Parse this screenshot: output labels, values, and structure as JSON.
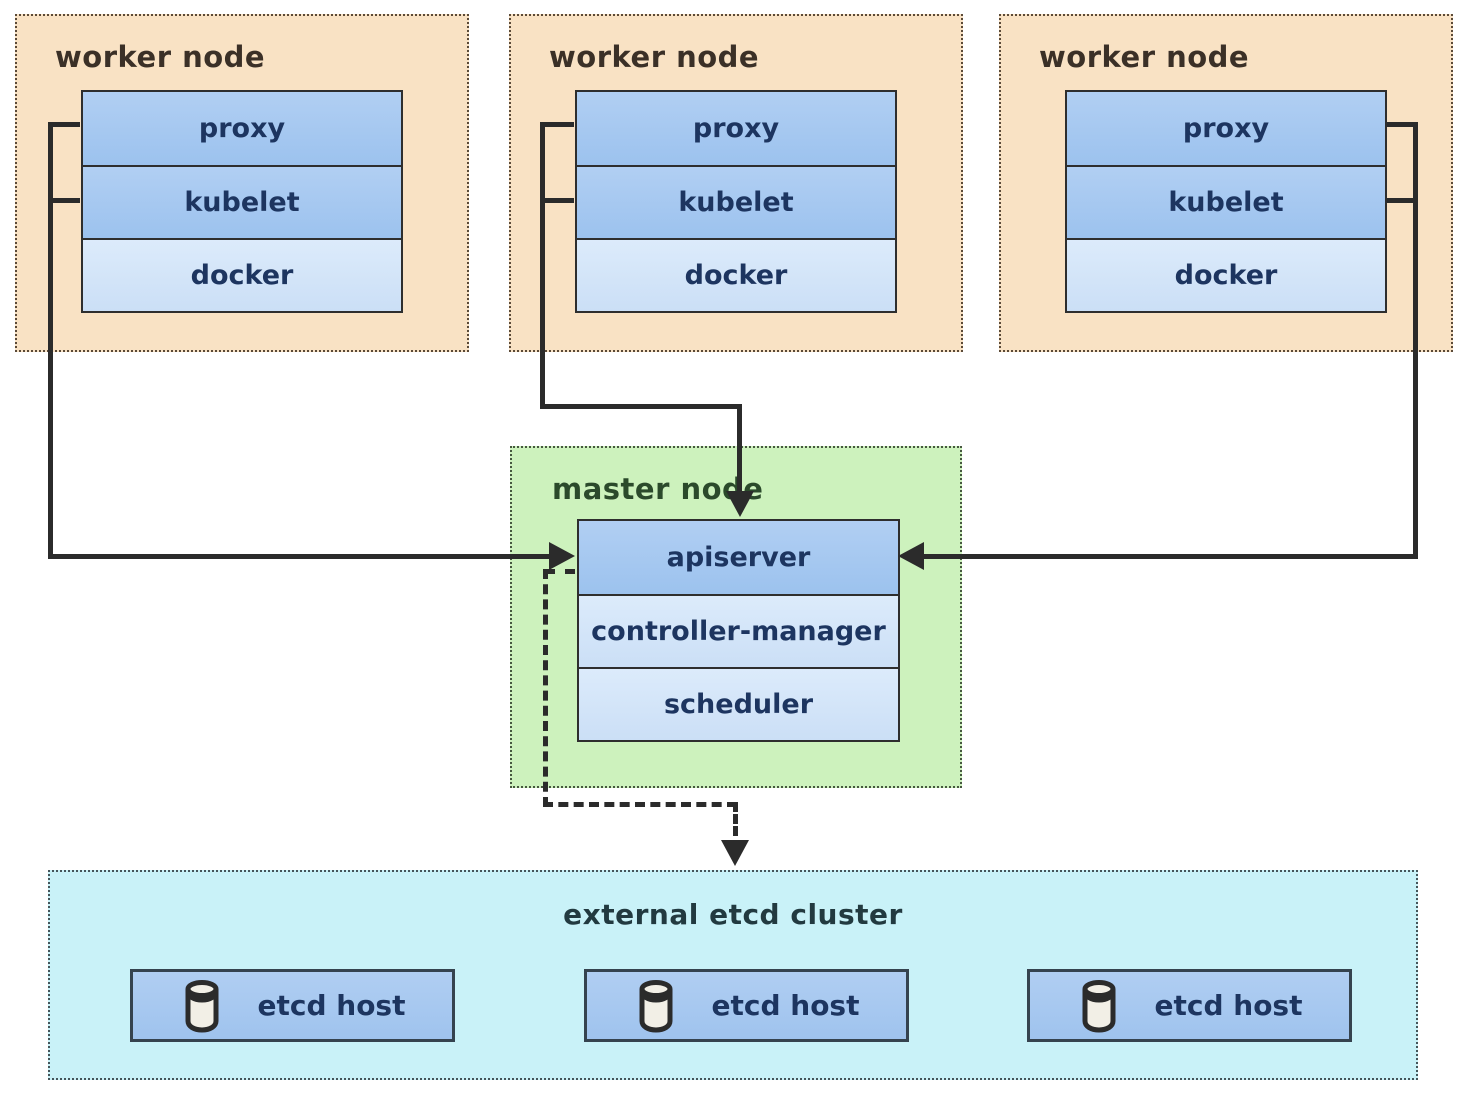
{
  "workers": [
    {
      "title": "worker node",
      "components": [
        "proxy",
        "kubelet",
        "docker"
      ]
    },
    {
      "title": "worker node",
      "components": [
        "proxy",
        "kubelet",
        "docker"
      ]
    },
    {
      "title": "worker node",
      "components": [
        "proxy",
        "kubelet",
        "docker"
      ]
    }
  ],
  "master": {
    "title": "master node",
    "components": [
      "apiserver",
      "controller-manager",
      "scheduler"
    ]
  },
  "etcd_cluster": {
    "title": "external etcd cluster",
    "hosts": [
      {
        "label": "etcd host",
        "icon": "database-cylinder-icon"
      },
      {
        "label": "etcd host",
        "icon": "database-cylinder-icon"
      },
      {
        "label": "etcd host",
        "icon": "database-cylinder-icon"
      }
    ]
  },
  "edges": [
    {
      "from": "worker-node-1 proxy/kubelet",
      "to": "apiserver",
      "style": "solid-arrow"
    },
    {
      "from": "worker-node-2 proxy/kubelet",
      "to": "apiserver",
      "style": "solid-arrow"
    },
    {
      "from": "worker-node-3 proxy/kubelet",
      "to": "apiserver",
      "style": "solid-arrow"
    },
    {
      "from": "apiserver",
      "to": "external etcd cluster",
      "style": "dashed-arrow"
    }
  ],
  "colors": {
    "worker_bg": "#f9e2c4",
    "master_bg": "#cdf2bd",
    "etcd_bg": "#c9f2f8",
    "component_strong_blue": "#a3c7f0",
    "component_light_blue": "#d5e6f9",
    "etcd_host_bg": "#a6c9f1",
    "line": "#2b2b2b",
    "component_text": "#1d3560",
    "worker_title_text": "#3b3027",
    "master_title_text": "#2b4a2b",
    "etcd_title_text": "#223a40"
  }
}
